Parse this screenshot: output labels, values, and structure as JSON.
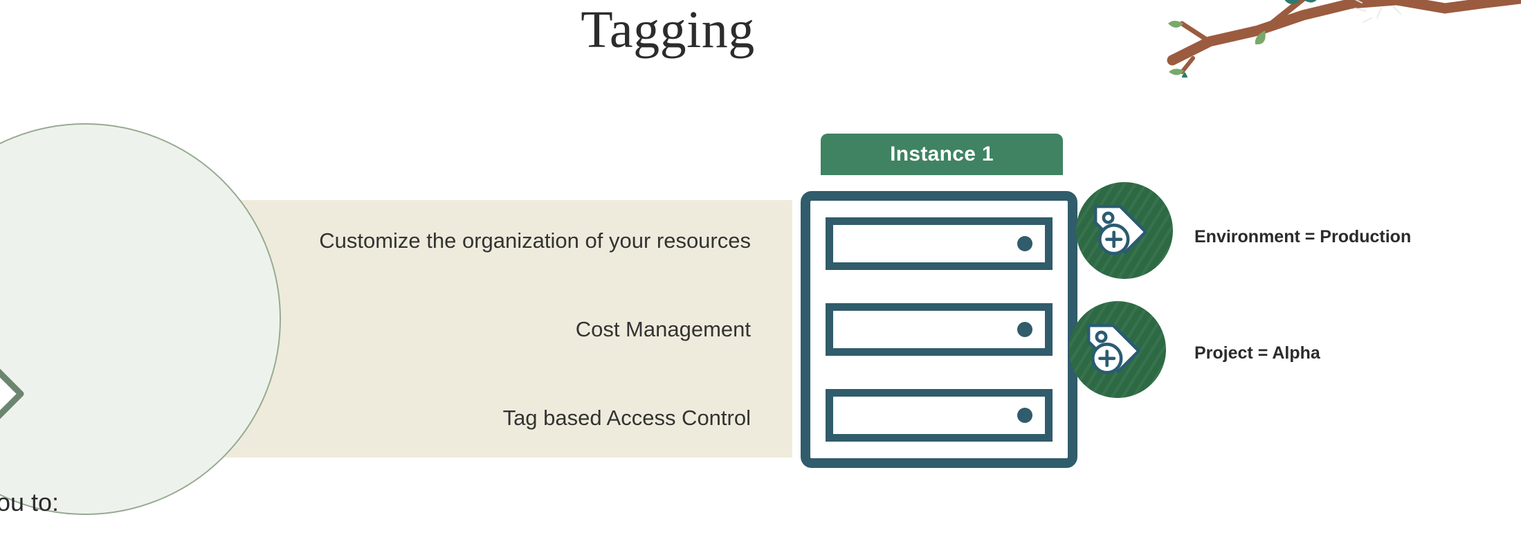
{
  "slide": {
    "title": "Tagging",
    "background_color": "#ffffff"
  },
  "decoration": {
    "branch_icon": "tree-branch-icon",
    "branch_color": "#9b5b3f",
    "leaf_colors": [
      "#2f7a70",
      "#7aa86b"
    ]
  },
  "intro": {
    "circle_label": "Allows you to:",
    "circle_icon": "tag-plus-icon",
    "circle_fill": "#eef2ec",
    "circle_border": "#96ab91",
    "icon_stroke": "#6b8570"
  },
  "benefits": {
    "band_color": "#efebdc",
    "items": [
      "Customize the organization of your resources",
      "Cost Management",
      "Tag based Access Control"
    ]
  },
  "instance": {
    "banner_label": "Instance 1",
    "banner_color": "#3f8362",
    "box_color": "#305c6b",
    "rack_count": 3,
    "rack_icon": "server-rack-icon"
  },
  "tags": [
    {
      "icon": "tag-plus-icon",
      "badge_color": "#2d6a44",
      "label": "Environment = Production",
      "key": "Environment",
      "value": "Production"
    },
    {
      "icon": "tag-plus-icon",
      "badge_color": "#2d6a44",
      "label": "Project = Alpha",
      "key": "Project",
      "value": "Alpha"
    }
  ]
}
